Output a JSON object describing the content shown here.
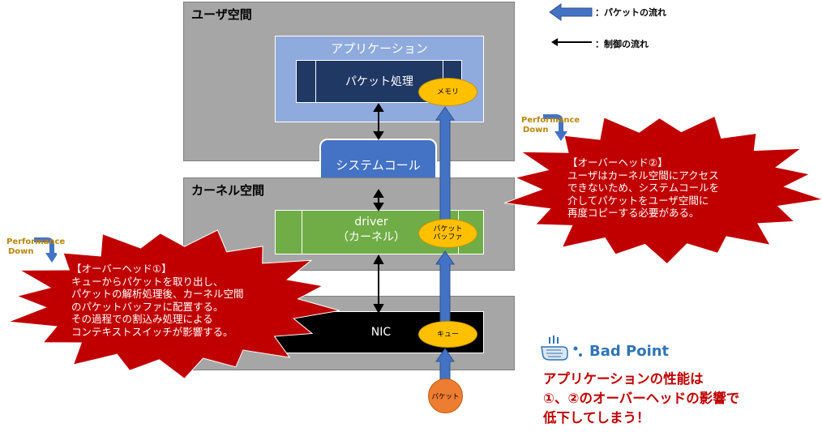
{
  "legend": {
    "packet_flow": "：パケットの流れ",
    "control_flow": "：制御の流れ"
  },
  "regions": {
    "user_space": "ユーザ空間",
    "kernel_space": "カーネル空間"
  },
  "application": {
    "title": "アプリケーション",
    "packet_processing": "パケット処理",
    "memory": "メモリ"
  },
  "system_call": "システムコール",
  "driver": {
    "line1": "driver",
    "line2": "（カーネル）",
    "packet_buffer_line1": "パケット",
    "packet_buffer_line2": "バッファ"
  },
  "nic": {
    "label": "NIC",
    "queue": "キュー"
  },
  "packet": "パケット",
  "performance_down": {
    "line1": "Performance",
    "line2": "Down"
  },
  "overhead1": {
    "title": "【オーバーヘッド①】",
    "lines": [
      "キューからパケットを取り出し、",
      "パケットの解析処理後、カーネル空間",
      "のパケットバッファに配置する。",
      "その過程での割込み処理による",
      "コンテキストスイッチが影響する。"
    ]
  },
  "overhead2": {
    "title": "【オーバーヘッド②】",
    "lines": [
      "ユーザはカーネル空間にアクセス",
      "できないため、システムコールを",
      "介してパケットをユーザ空間に",
      "再度コピーする必要がある。"
    ]
  },
  "bad_point": {
    "label": "Bad Point",
    "lines": [
      "アプリケーションの性能は",
      "①、②のオーバーヘッドの影響で",
      "低下してしまう！"
    ]
  },
  "colors": {
    "region_gray": "#a6a6a6",
    "app_blue": "#8faadc",
    "dark_navy": "#1f3864",
    "syscall_blue": "#4472c4",
    "driver_green": "#70ad47",
    "nic_black": "#000000",
    "memory_yellow": "#ffc000",
    "packet_orange": "#ed7d31",
    "flow_arrow": "#4472c4",
    "burst_red": "#c00000",
    "bad_point_blue": "#2e75b6",
    "bad_point_red": "#c00000"
  }
}
